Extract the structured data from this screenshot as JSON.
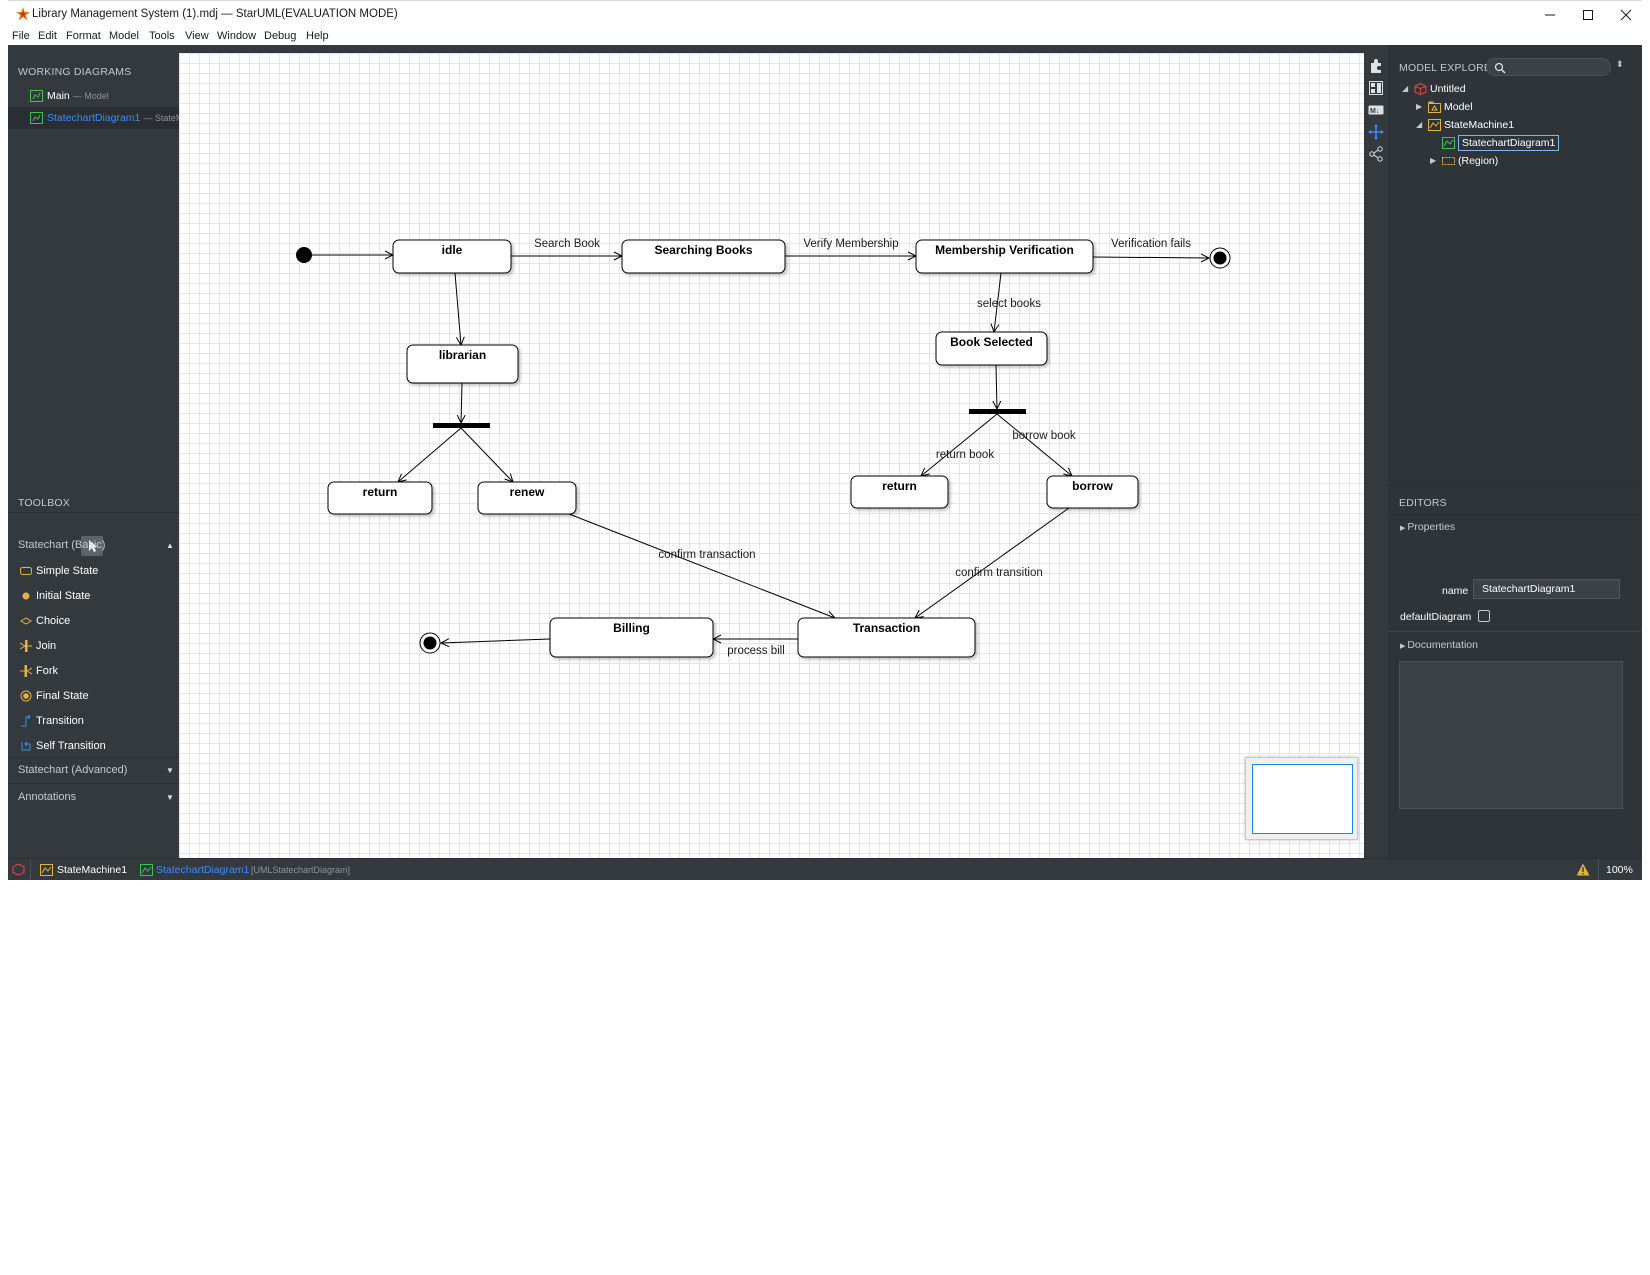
{
  "window": {
    "title": "Library Management System (1).mdj — StarUML(EVALUATION MODE)",
    "controls": {
      "minimize": "minimize",
      "maximize": "maximize",
      "close": "close"
    }
  },
  "menu": [
    "File",
    "Edit",
    "Format",
    "Model",
    "Tools",
    "View",
    "Window",
    "Debug",
    "Help"
  ],
  "working_diagrams": {
    "header": "WORKING DIAGRAMS",
    "items": [
      {
        "label": "Main",
        "sub": "— Model"
      },
      {
        "label": "StatechartDiagram1",
        "sub": "— StateM"
      }
    ]
  },
  "toolbox": {
    "header": "TOOLBOX",
    "category_basic": "Statechart (Basic)",
    "items": [
      {
        "label": "Simple State",
        "icon": "simple-state-icon"
      },
      {
        "label": "Initial State",
        "icon": "initial-state-icon"
      },
      {
        "label": "Choice",
        "icon": "choice-icon"
      },
      {
        "label": "Join",
        "icon": "join-icon"
      },
      {
        "label": "Fork",
        "icon": "fork-icon"
      },
      {
        "label": "Final State",
        "icon": "final-state-icon"
      },
      {
        "label": "Transition",
        "icon": "transition-icon"
      },
      {
        "label": "Self Transition",
        "icon": "self-transition-icon"
      }
    ],
    "category_advanced": "Statechart (Advanced)",
    "category_annotations": "Annotations"
  },
  "diagram": {
    "states": [
      {
        "id": "idle",
        "label": "idle"
      },
      {
        "id": "searching",
        "label": "Searching Books"
      },
      {
        "id": "membership",
        "label": "Membership Verification"
      },
      {
        "id": "librarian",
        "label": "librarian"
      },
      {
        "id": "book_selected",
        "label": "Book Selected"
      },
      {
        "id": "return_l",
        "label": "return"
      },
      {
        "id": "renew",
        "label": "renew"
      },
      {
        "id": "return_r",
        "label": "return"
      },
      {
        "id": "borrow",
        "label": "borrow"
      },
      {
        "id": "billing",
        "label": "Billing"
      },
      {
        "id": "transaction",
        "label": "Transaction"
      }
    ],
    "transitions": [
      {
        "from": "initial",
        "to": "idle",
        "label": ""
      },
      {
        "from": "idle",
        "to": "searching",
        "label": "Search Book"
      },
      {
        "from": "searching",
        "to": "membership",
        "label": "Verify Membership"
      },
      {
        "from": "membership",
        "to": "final_top",
        "label": "Verification fails"
      },
      {
        "from": "membership",
        "to": "book_selected",
        "label": "select books"
      },
      {
        "from": "idle",
        "to": "librarian",
        "label": ""
      },
      {
        "from": "librarian",
        "to": "fork_left",
        "label": ""
      },
      {
        "from": "fork_left",
        "to": "return_l",
        "label": ""
      },
      {
        "from": "fork_left",
        "to": "renew",
        "label": ""
      },
      {
        "from": "book_selected",
        "to": "fork_right",
        "label": ""
      },
      {
        "from": "fork_right",
        "to": "return_r",
        "label": "return book"
      },
      {
        "from": "fork_right",
        "to": "borrow",
        "label": "borrow book"
      },
      {
        "from": "renew",
        "to": "transaction",
        "label": "confirm transaction"
      },
      {
        "from": "borrow",
        "to": "transaction",
        "label": "confirm transition"
      },
      {
        "from": "transaction",
        "to": "billing",
        "label": "process bill"
      },
      {
        "from": "billing",
        "to": "final_bottom",
        "label": ""
      }
    ]
  },
  "model_explorer": {
    "header": "MODEL EXPLORER",
    "search_placeholder": "",
    "tree": [
      {
        "label": "Untitled",
        "icon": "project-icon"
      },
      {
        "label": "Model",
        "icon": "model-icon"
      },
      {
        "label": "StateMachine1",
        "icon": "statemachine-icon"
      },
      {
        "label": "StatechartDiagram1",
        "icon": "statechart-diagram-icon"
      },
      {
        "label": "(Region)",
        "icon": "region-icon"
      }
    ]
  },
  "editors": {
    "header": "EDITORS",
    "properties_label": "Properties",
    "name_label": "name",
    "name_value": "StatechartDiagram1",
    "default_diagram_label": "defaultDiagram",
    "default_diagram_checked": false,
    "documentation_label": "Documentation"
  },
  "statusbar": {
    "statemachine": "StateMachine1",
    "diagram": "StatechartDiagram1",
    "diagram_type": "[UMLStatechartDiagram]",
    "zoom": "100%"
  },
  "colors": {
    "panel_bg": "#34393d",
    "accent_blue": "#3d8bfd",
    "icon_yellow": "#e3b341",
    "icon_green": "#40c057"
  }
}
